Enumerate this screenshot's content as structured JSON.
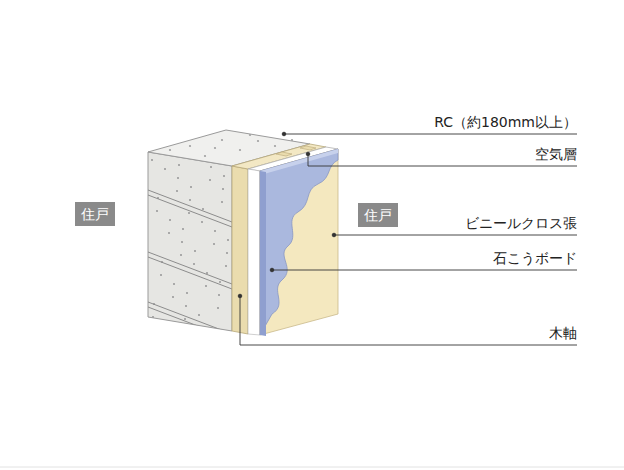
{
  "diagram": {
    "nodes": [
      {
        "text": [
          "住戸"
        ]
      },
      {
        "text": [
          "住戸"
        ]
      }
    ],
    "labels": [
      "RC（約180mm以上）",
      "空気層",
      "ビニールクロス張",
      "石こうボード",
      "木軸"
    ]
  }
}
